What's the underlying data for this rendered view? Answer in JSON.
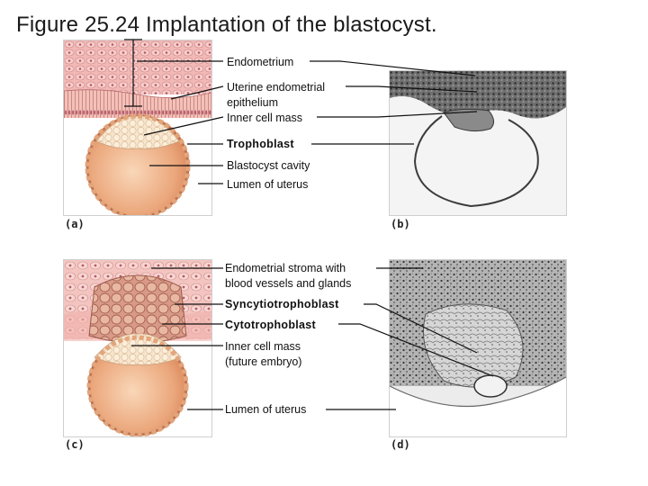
{
  "title": "Figure 25.24  Implantation of the blastocyst.",
  "top_labels": {
    "endometrium": "Endometrium",
    "uterine_epithelium_1": "Uterine endometrial",
    "uterine_epithelium_2": "epithelium",
    "inner_cell_mass": "Inner cell mass",
    "trophoblast": "Trophoblast",
    "blastocyst_cavity": "Blastocyst cavity",
    "lumen": "Lumen of uterus"
  },
  "bottom_labels": {
    "stroma_1": "Endometrial stroma with",
    "stroma_2": "blood vessels and glands",
    "syncytiotrophoblast": "Syncytiotrophoblast",
    "cytotrophoblast": "Cytotrophoblast",
    "inner_cell_mass_1": "Inner cell mass",
    "inner_cell_mass_2": "(future embryo)",
    "lumen": "Lumen of uterus"
  },
  "panel_labels": {
    "a": "(a)",
    "b": "(b)",
    "c": "(c)",
    "d": "(d)"
  }
}
